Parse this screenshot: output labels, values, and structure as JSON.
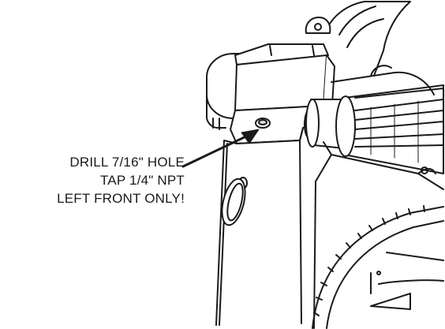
{
  "annotation": {
    "line1": "DRILL 7/16\" HOLE",
    "line2": "TAP 1/4\" NPT",
    "line3": "LEFT FRONT ONLY!"
  },
  "colors": {
    "ink": "#1a1a1a",
    "paper": "#ffffff",
    "shade": "#d9d9d9"
  },
  "icons": {
    "pointer": "arrow-icon"
  }
}
